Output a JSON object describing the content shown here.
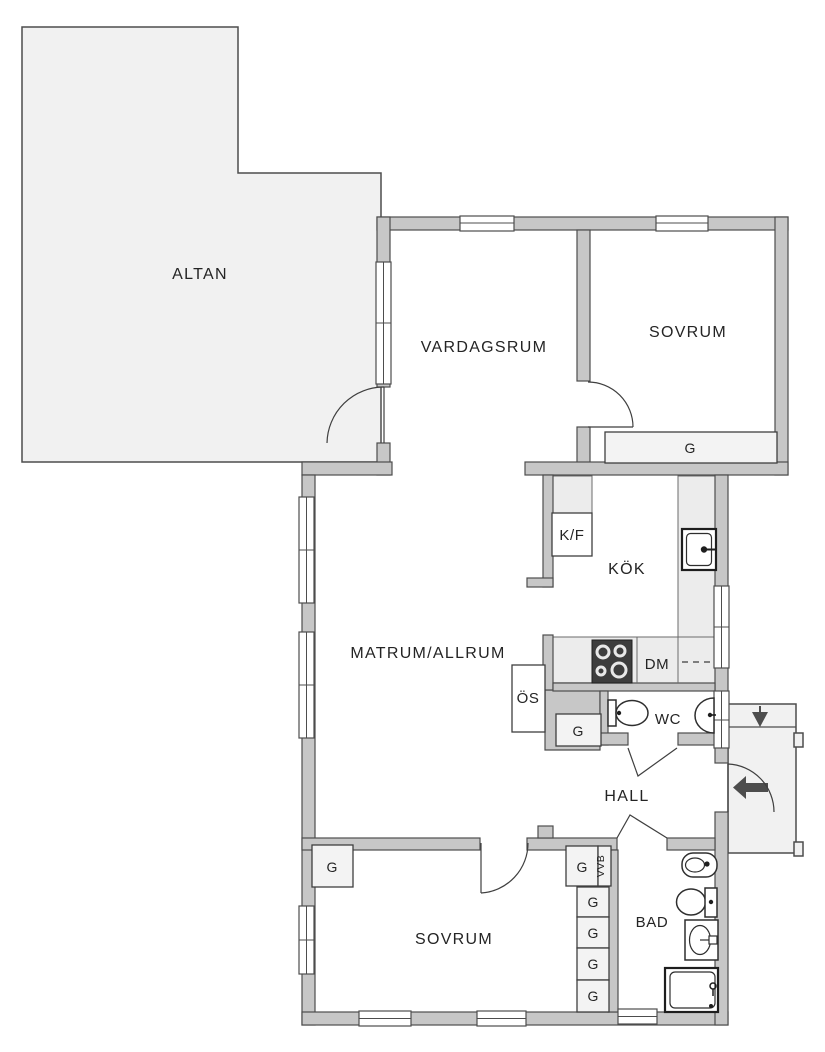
{
  "rooms": {
    "altan": {
      "label": "ALTAN"
    },
    "vardagsrum": {
      "label": "VARDAGSRUM"
    },
    "sovrum_upper": {
      "label": "SOVRUM"
    },
    "kok": {
      "label": "KÖK"
    },
    "matrum": {
      "label": "MATRUM/ALLRUM"
    },
    "wc": {
      "label": "WC"
    },
    "hall": {
      "label": "HALL"
    },
    "sovrum_lower": {
      "label": "SOVRUM"
    },
    "bad": {
      "label": "BAD"
    }
  },
  "fixtures": {
    "fridge_freezer": {
      "label": "K/F"
    },
    "dishwasher": {
      "label": "DM"
    },
    "fireplace": {
      "label": "ÖS"
    },
    "water_heater": {
      "label": "VVB"
    }
  },
  "closets": {
    "sovrum_upper_g": {
      "label": "G"
    },
    "matrum_g": {
      "label": "G"
    },
    "sovrum_lower_g": {
      "label": "G"
    },
    "hall_g": {
      "label": "G"
    },
    "stack_g1": {
      "label": "G"
    },
    "stack_g2": {
      "label": "G"
    },
    "stack_g3": {
      "label": "G"
    },
    "stack_g4": {
      "label": "G"
    }
  },
  "colors": {
    "wall_fill": "#c7c7c7",
    "wall_stroke": "#4d4d4d",
    "terrace_fill": "#f1f1f1",
    "closet_fill": "#f3f3f3",
    "counter_fill": "#ececec",
    "stove_fill": "#3d3d3d",
    "arrow_fill": "#4d4d4d",
    "label_color": "#242424",
    "background": "#ffffff"
  }
}
